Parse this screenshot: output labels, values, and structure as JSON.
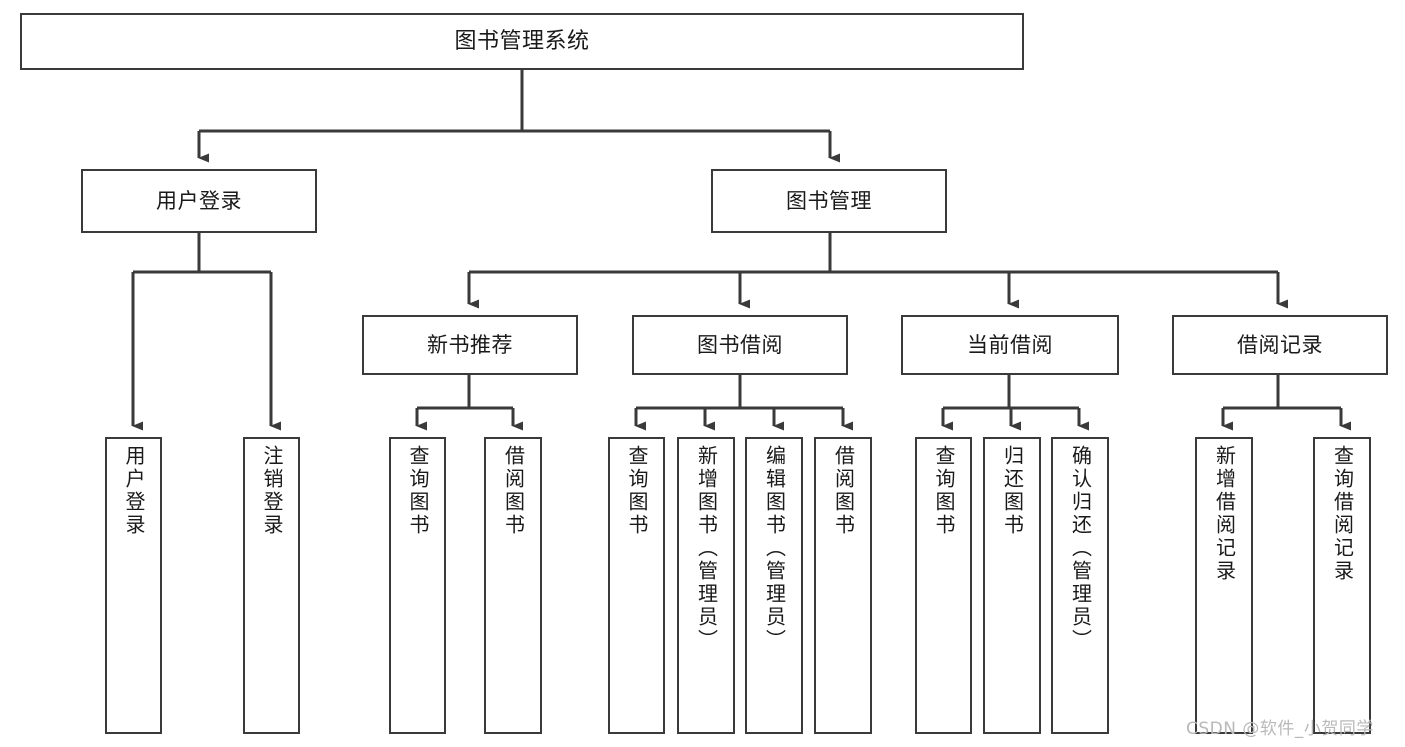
{
  "diagram": {
    "title": "图书管理系统",
    "type": "hierarchy-tree",
    "root": {
      "id": "root",
      "label": "图书管理系统"
    },
    "level2": [
      {
        "id": "user-login",
        "label": "用户登录"
      },
      {
        "id": "book-management",
        "label": "图书管理"
      }
    ],
    "level3": [
      {
        "id": "new-book-recommend",
        "label": "新书推荐"
      },
      {
        "id": "book-borrow",
        "label": "图书借阅"
      },
      {
        "id": "current-borrow",
        "label": "当前借阅"
      },
      {
        "id": "borrow-record",
        "label": "借阅记录"
      }
    ],
    "leaves": {
      "user_login": [
        {
          "id": "leaf-user-login",
          "label": "用户登录"
        },
        {
          "id": "leaf-logout",
          "label": "注销登录"
        }
      ],
      "new_book_recommend": [
        {
          "id": "leaf-query-book-1",
          "label": "查询图书"
        },
        {
          "id": "leaf-borrow-book-1",
          "label": "借阅图书"
        }
      ],
      "book_borrow": [
        {
          "id": "leaf-query-book-2",
          "label": "查询图书"
        },
        {
          "id": "leaf-add-book",
          "label": "新增图书（管理员）"
        },
        {
          "id": "leaf-edit-book",
          "label": "编辑图书（管理员）"
        },
        {
          "id": "leaf-borrow-book-2",
          "label": "借阅图书"
        }
      ],
      "current_borrow": [
        {
          "id": "leaf-query-book-3",
          "label": "查询图书"
        },
        {
          "id": "leaf-return-book",
          "label": "归还图书"
        },
        {
          "id": "leaf-confirm-return",
          "label": "确认归还（管理员）"
        }
      ],
      "borrow_record": [
        {
          "id": "leaf-add-record",
          "label": "新增借阅记录"
        },
        {
          "id": "leaf-query-record",
          "label": "查询借阅记录"
        }
      ]
    }
  },
  "watermark": {
    "text": "CSDN @软件_小贺同学"
  },
  "colors": {
    "border": "#3a3a3a",
    "background": "#ffffff",
    "text": "#1a1a1a",
    "watermark": "#b9b9b9"
  }
}
